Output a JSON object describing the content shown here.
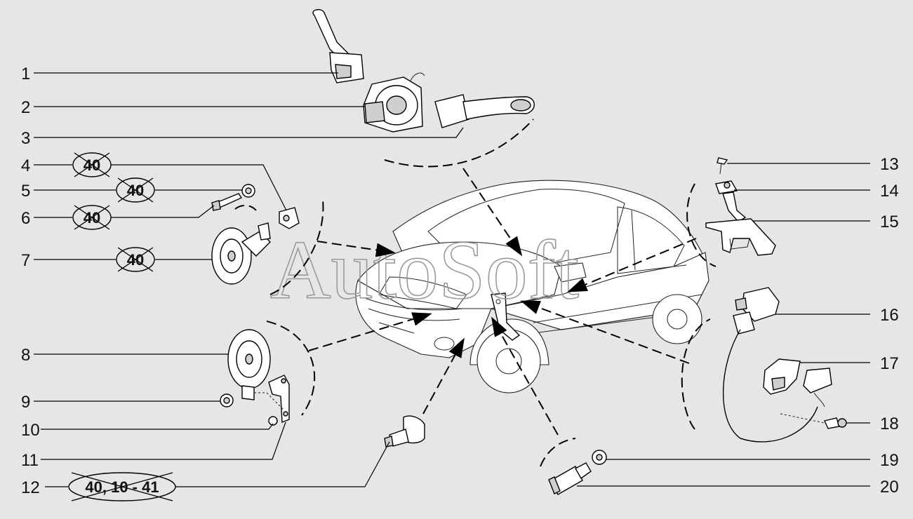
{
  "watermark": "AutoSoft",
  "callouts_left": [
    {
      "number": "1",
      "ref": ""
    },
    {
      "number": "2",
      "ref": ""
    },
    {
      "number": "3",
      "ref": ""
    },
    {
      "number": "4",
      "ref": "40"
    },
    {
      "number": "5",
      "ref": "40"
    },
    {
      "number": "6",
      "ref": "40"
    },
    {
      "number": "7",
      "ref": "40"
    },
    {
      "number": "8",
      "ref": ""
    },
    {
      "number": "9",
      "ref": ""
    },
    {
      "number": "10",
      "ref": ""
    },
    {
      "number": "11",
      "ref": ""
    },
    {
      "number": "12",
      "ref": "40, 10 - 41"
    }
  ],
  "callouts_right": [
    {
      "number": "13"
    },
    {
      "number": "14"
    },
    {
      "number": "15"
    },
    {
      "number": "16"
    },
    {
      "number": "17"
    },
    {
      "number": "18"
    },
    {
      "number": "19"
    },
    {
      "number": "20"
    }
  ]
}
